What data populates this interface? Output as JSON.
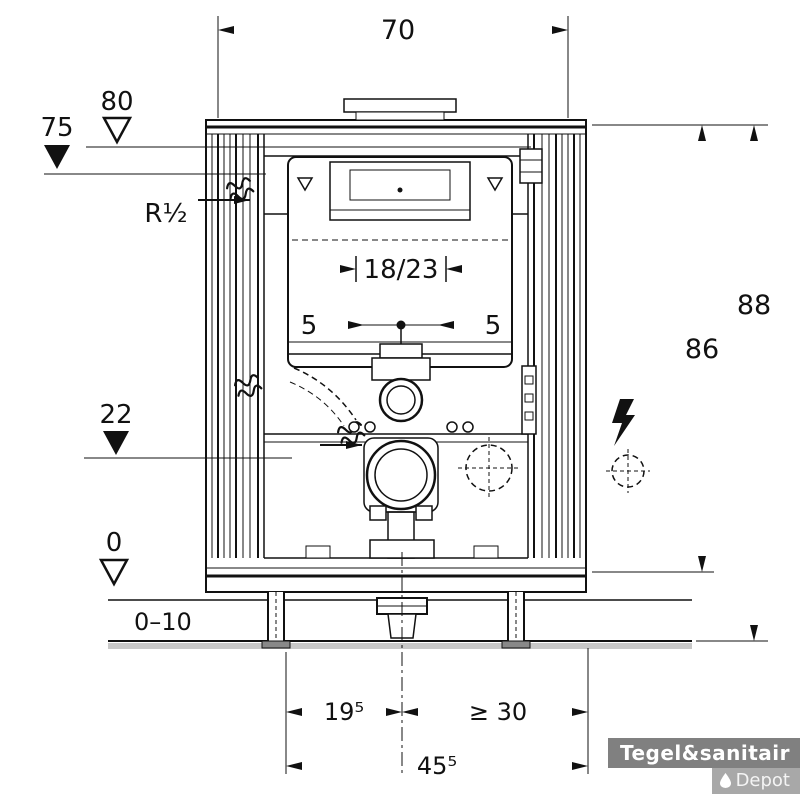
{
  "labels": {
    "width_top": "70",
    "level_80": "80",
    "level_75": "75",
    "supply": "R½",
    "bolt_spacing": "18/23",
    "offset_left": "5",
    "offset_right": "5",
    "height_total": "88",
    "height_frame": "86",
    "level_22": "22",
    "level_0": "0",
    "floor_range": "0–10",
    "dist_center_left": "19⁵",
    "dist_center_right": "≥ 30",
    "dist_total": "45⁵"
  },
  "watermark": {
    "line1": "Tegel&sanitair",
    "line2": "Depot"
  },
  "colors": {
    "line": "#111111",
    "ground": "#c8c8c8",
    "watermark_dark": "#6e6e6e",
    "watermark_light": "#9c9c9c"
  }
}
